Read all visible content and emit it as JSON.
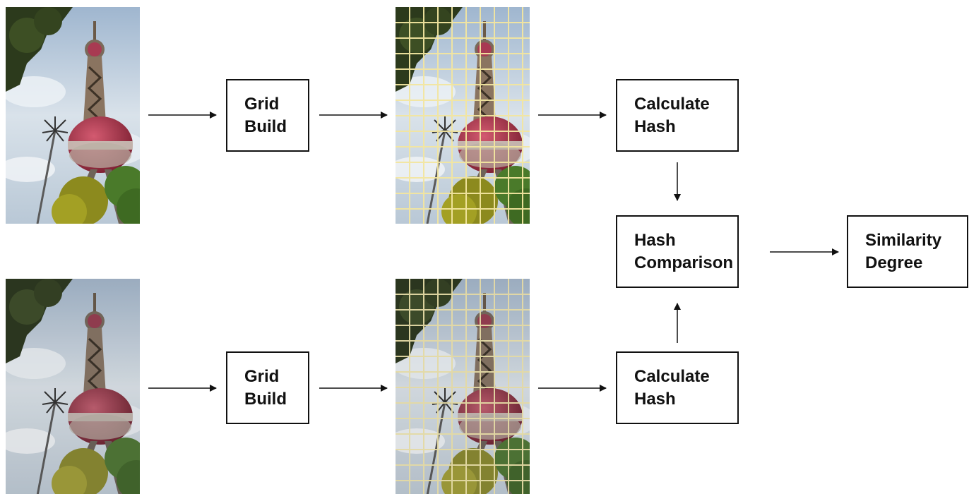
{
  "boxes": {
    "grid_build_top": "Grid\nBuild",
    "grid_build_bottom": "Grid\nBuild",
    "calculate_hash_top": "Calculate\nHash",
    "calculate_hash_bottom": "Calculate\nHash",
    "hash_comparison": "Hash\nComparison",
    "similarity_degree": "Similarity\nDegree"
  },
  "colors": {
    "grid_lines": "#f3e6a0",
    "sky": "#cdd8e3",
    "tower": "#8a7460",
    "sphere_band": "#a8324a",
    "foliage": "#6f8a2a"
  }
}
